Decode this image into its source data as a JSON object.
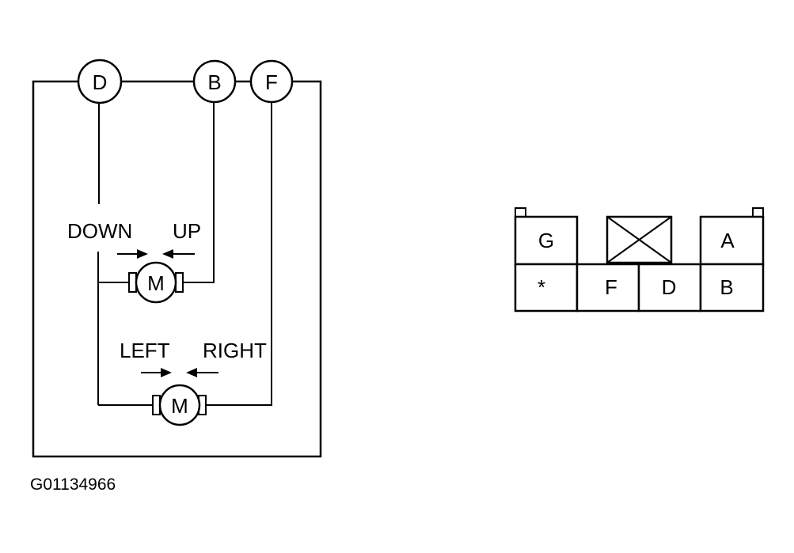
{
  "circuit": {
    "terminals": [
      "D",
      "B",
      "F"
    ],
    "motor_symbol": "M",
    "vertical_motor": {
      "label_down": "DOWN",
      "label_up": "UP"
    },
    "horizontal_motor": {
      "label_left": "LEFT",
      "label_right": "RIGHT"
    }
  },
  "connector": {
    "top_row": [
      "G",
      "A"
    ],
    "bottom_row": [
      "*",
      "F",
      "D",
      "B"
    ]
  },
  "figure_code": "G01134966"
}
